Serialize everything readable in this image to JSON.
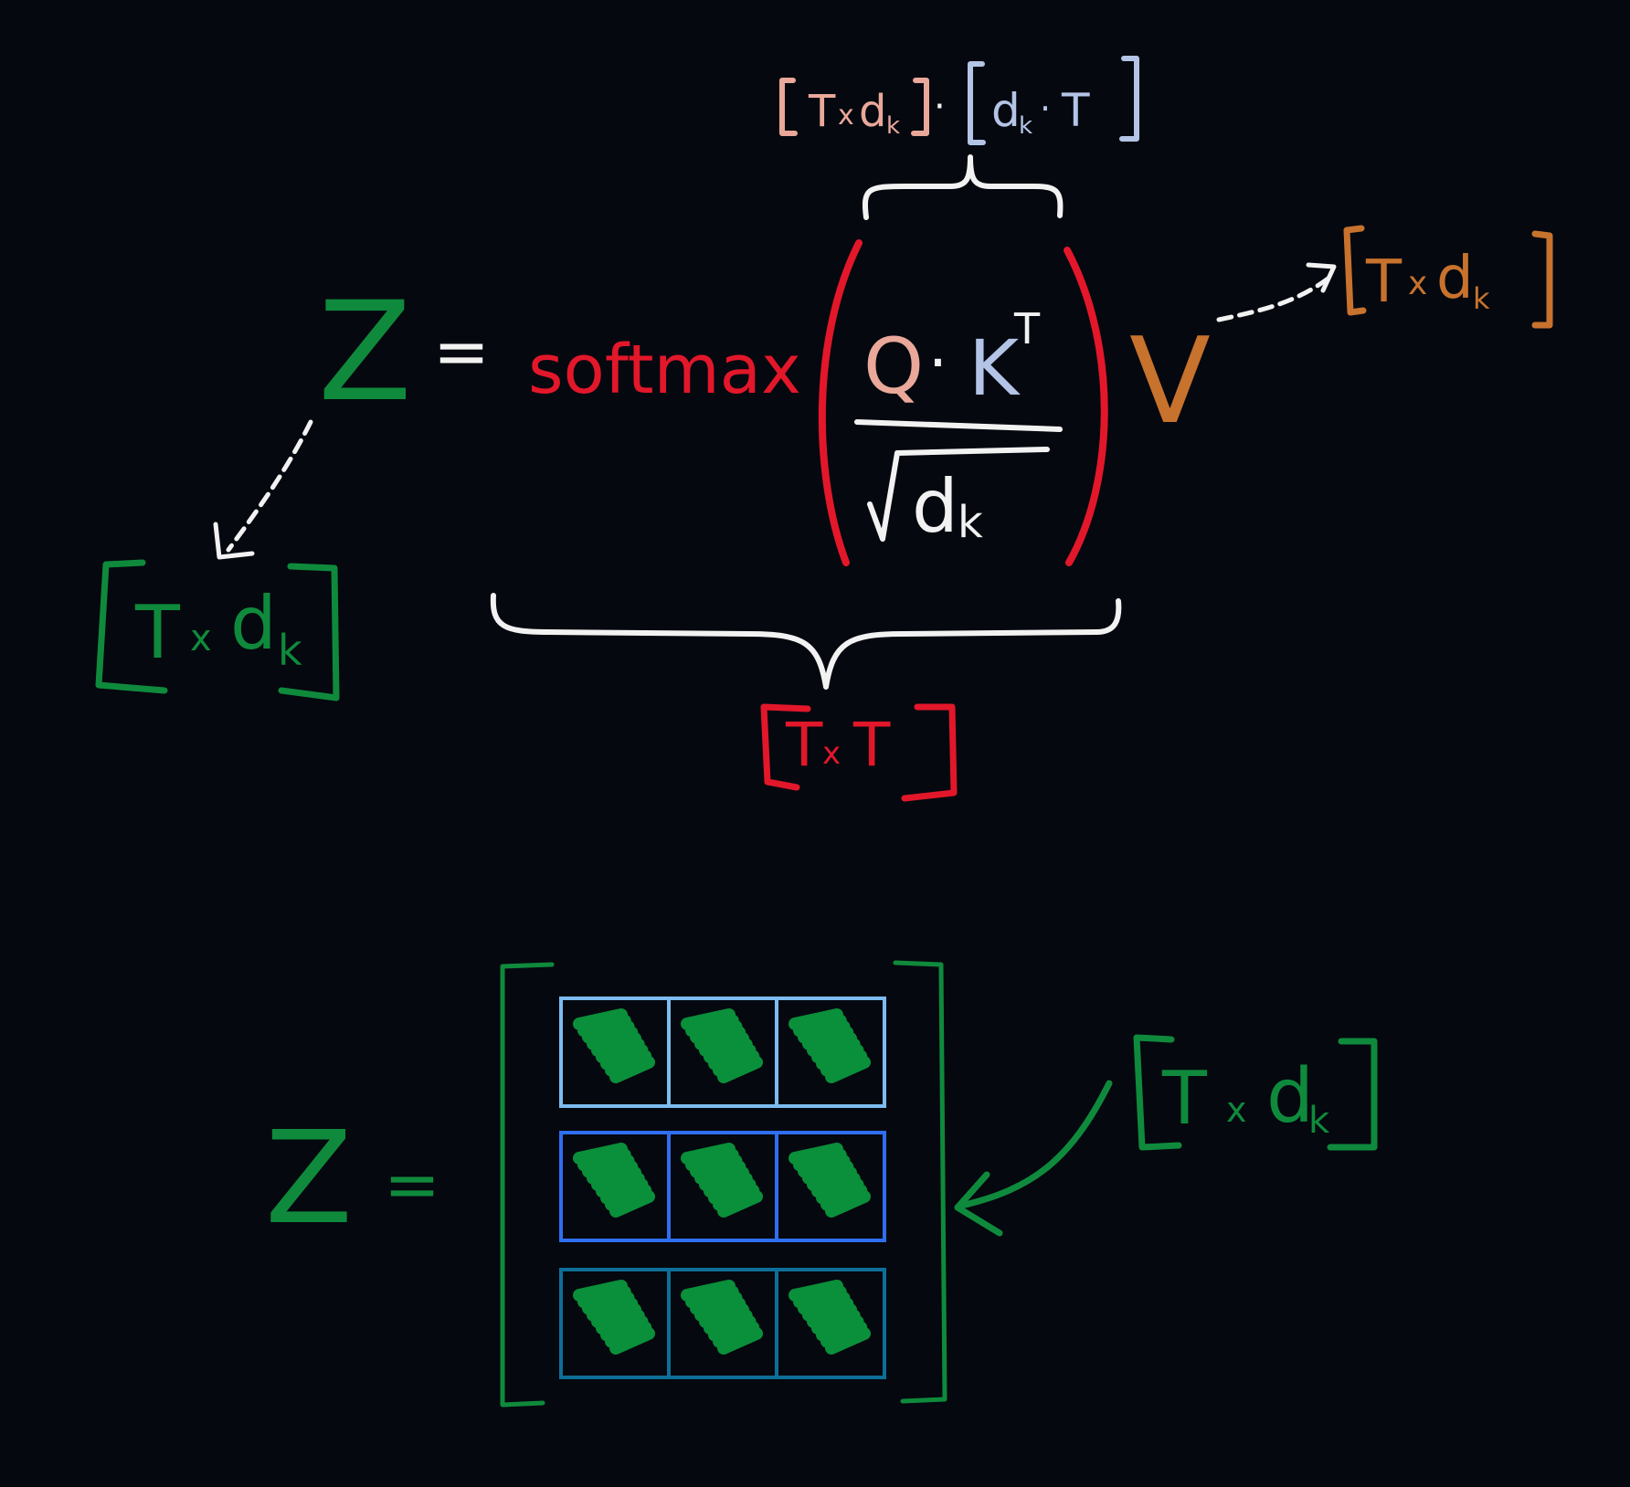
{
  "colors": {
    "background": "#05080f",
    "green": "#0f8a3c",
    "red": "#e3172a",
    "white": "#f2f2f2",
    "pink": "#e9a89a",
    "lightblue": "#b3c4e6",
    "copper": "#c7722d",
    "row1": "#7cbcf0",
    "row2": "#2f6ef0",
    "row3": "#0d6f98",
    "blob": "#0a8f3a"
  },
  "equation": {
    "lhs": "Z",
    "equals": "=",
    "softmax": "softmax",
    "numerator_q": "Q",
    "dot": "·",
    "numerator_k": "K",
    "transpose": "T",
    "denominator": "d",
    "subscript_k": "k",
    "v": "V"
  },
  "annotations": {
    "qk_shape_left": {
      "open": "[",
      "a": "T",
      "op": "x",
      "b": "d",
      "sub": "k",
      "close": "]"
    },
    "qk_dot": "·",
    "qk_shape_right": {
      "open": "[",
      "a": "d",
      "sub": "k",
      "op": "·",
      "b": "T",
      "close": "]"
    },
    "z_shape": {
      "a": "T",
      "op": "x",
      "b": "d",
      "sub": "k"
    },
    "softmax_shape": {
      "a": "T",
      "op": "x",
      "b": "T"
    },
    "v_shape": {
      "a": "T",
      "op": "x",
      "b": "d",
      "sub": "k"
    }
  },
  "matrix": {
    "lhs": "Z",
    "equals": "=",
    "rows": 3,
    "cols": 3,
    "shape": {
      "a": "T",
      "op": "x",
      "b": "d",
      "sub": "k"
    }
  }
}
